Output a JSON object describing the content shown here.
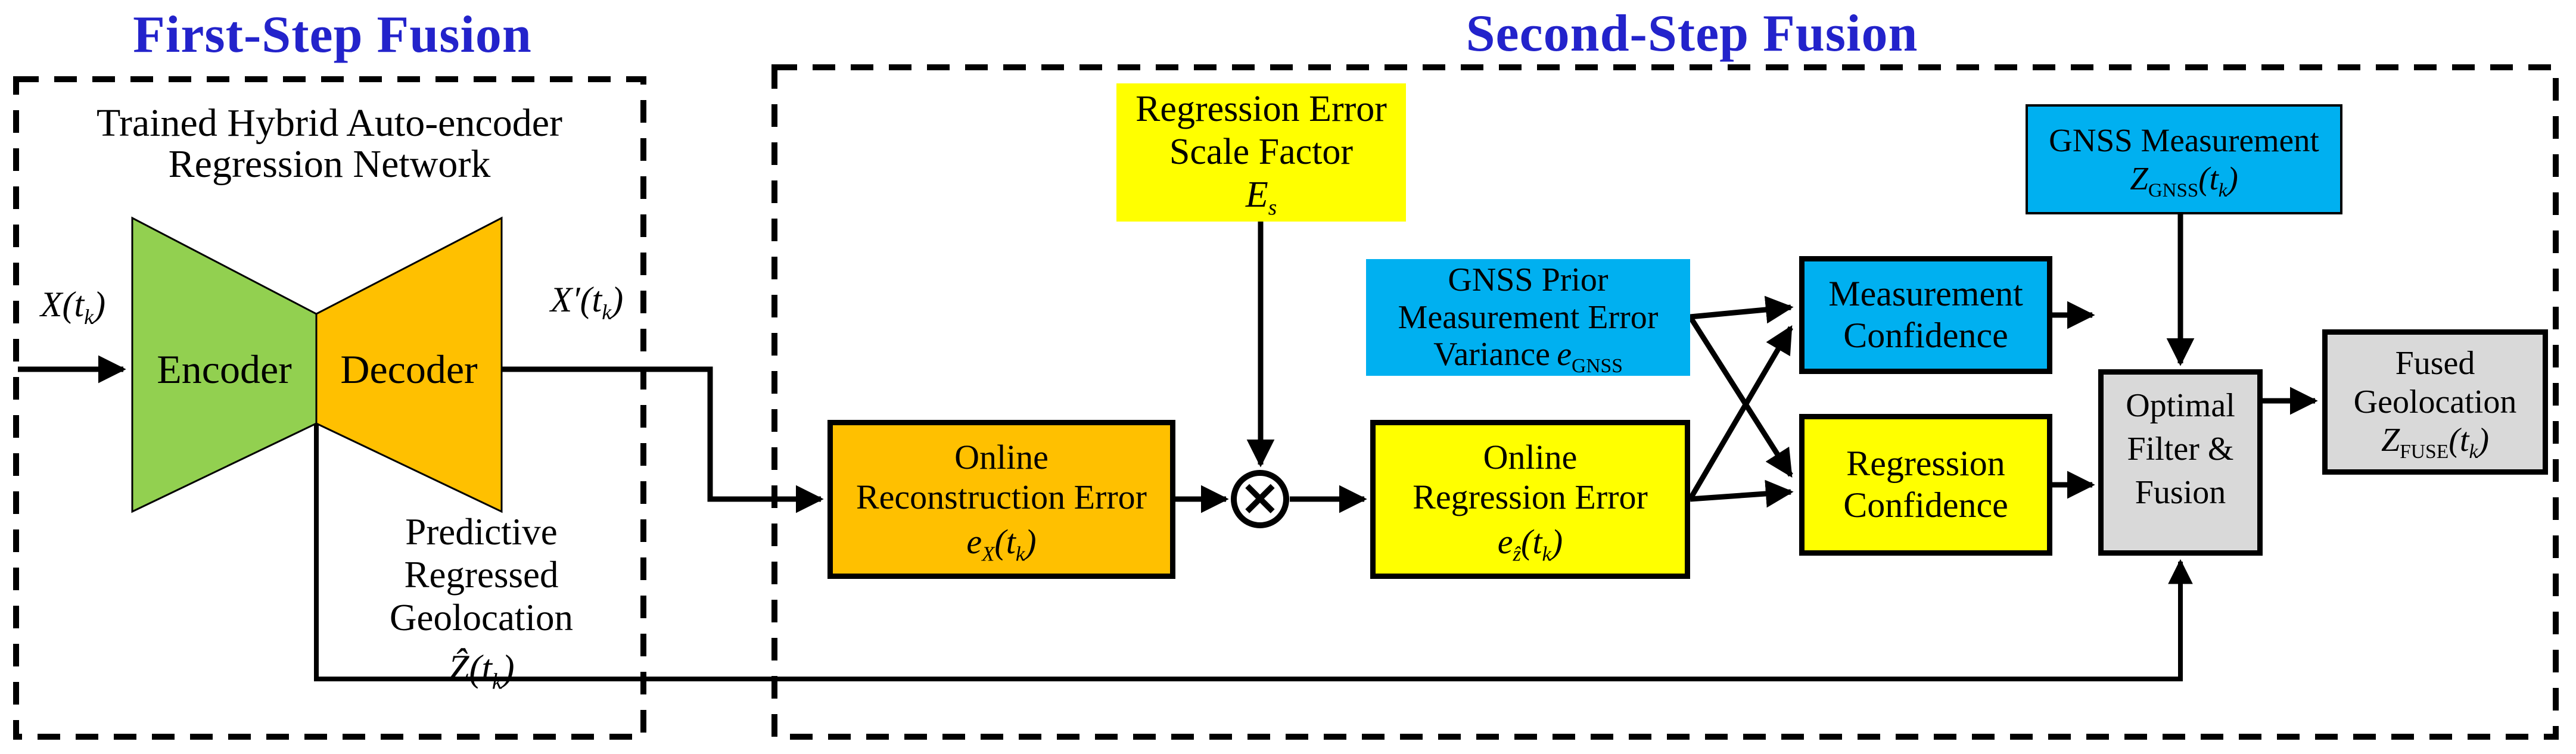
{
  "titles": {
    "first": "First-Step Fusion",
    "second": "Second-Step Fusion"
  },
  "first_step": {
    "network_label": {
      "line1": "Trained Hybrid Auto-encoder",
      "line2": "Regression Network"
    },
    "encoder_label": "Encoder",
    "decoder_label": "Decoder",
    "input_formula": "X(t_{k})",
    "output_formula": "X′(t_{k})",
    "predictive_label": {
      "line1": "Predictive Regressed",
      "line2": "Geolocation",
      "formula": "Ẑ(t_{k})"
    }
  },
  "second_step": {
    "scale_factor_box": {
      "line1": "Regression Error",
      "line2": "Scale Factor",
      "formula": "E_{s}"
    },
    "reconstruction_box": {
      "line1": "Online",
      "line2": "Reconstruction Error",
      "formula": "e_{X}(t_{k})"
    },
    "regression_error_box": {
      "line1": "Online",
      "line2": "Regression Error",
      "formula": "e_{ẑ}(t_{k})"
    },
    "gnss_prior_box": {
      "line1": "GNSS Prior",
      "line2": "Measurement Error",
      "line3": "Variance",
      "formula": "e_{GNSS}"
    },
    "measurement_confidence_box": {
      "line1": "Measurement",
      "line2": "Confidence"
    },
    "regression_confidence_box": {
      "line1": "Regression",
      "line2": "Confidence"
    },
    "gnss_measurement_box": {
      "line1": "GNSS Measurement",
      "formula": "Z_{GNSS}(t_{k})"
    },
    "optimal_filter_box": {
      "line1": "Optimal",
      "line2": "Filter &",
      "line3": "Fusion"
    },
    "fused_box": {
      "line1": "Fused",
      "line2": "Geolocation",
      "formula": "Z_{FUSE}(t_{k})"
    },
    "multiply_symbol": "×"
  },
  "colors": {
    "green": "#92D050",
    "orange": "#FFC000",
    "yellow": "#FFFF00",
    "blue": "#00B0F0",
    "gray": "#D9D9D9",
    "title_blue": "#2323CB"
  }
}
